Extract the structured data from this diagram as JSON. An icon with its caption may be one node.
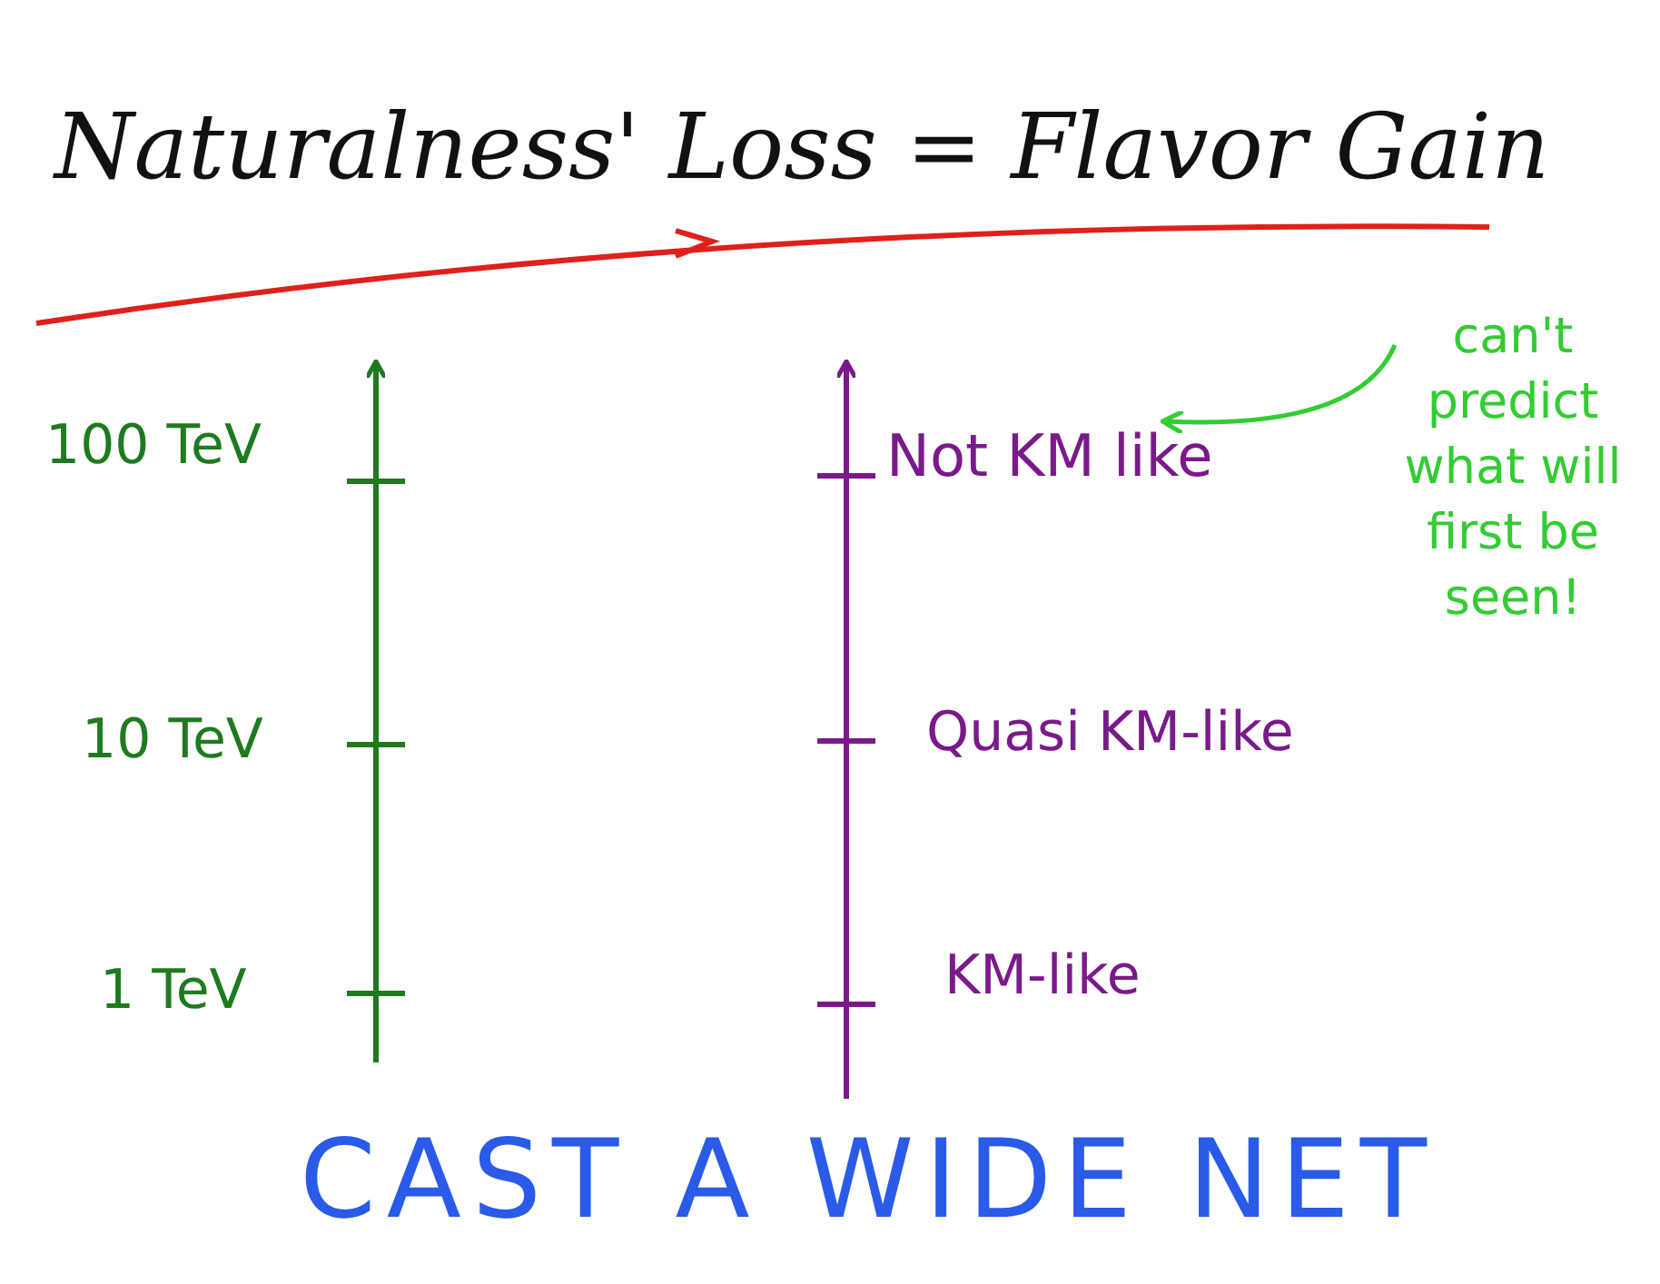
{
  "diagram": {
    "title": "Naturalness' Loss = Flavor Gain",
    "nodes": [
      {
        "text": [
          "Not KM like"
        ]
      },
      {
        "text": [
          "can't predict what will first be seen!"
        ]
      }
    ],
    "edges": [
      {
        "from": 1,
        "to": 0,
        "arrow": "to",
        "color": "#33cc33"
      }
    ],
    "labels": [
      "100 TeV",
      "10 TeV",
      "1 TeV",
      "Quasi KM-like",
      "KM-like",
      "CAST A WIDE NET"
    ]
  }
}
